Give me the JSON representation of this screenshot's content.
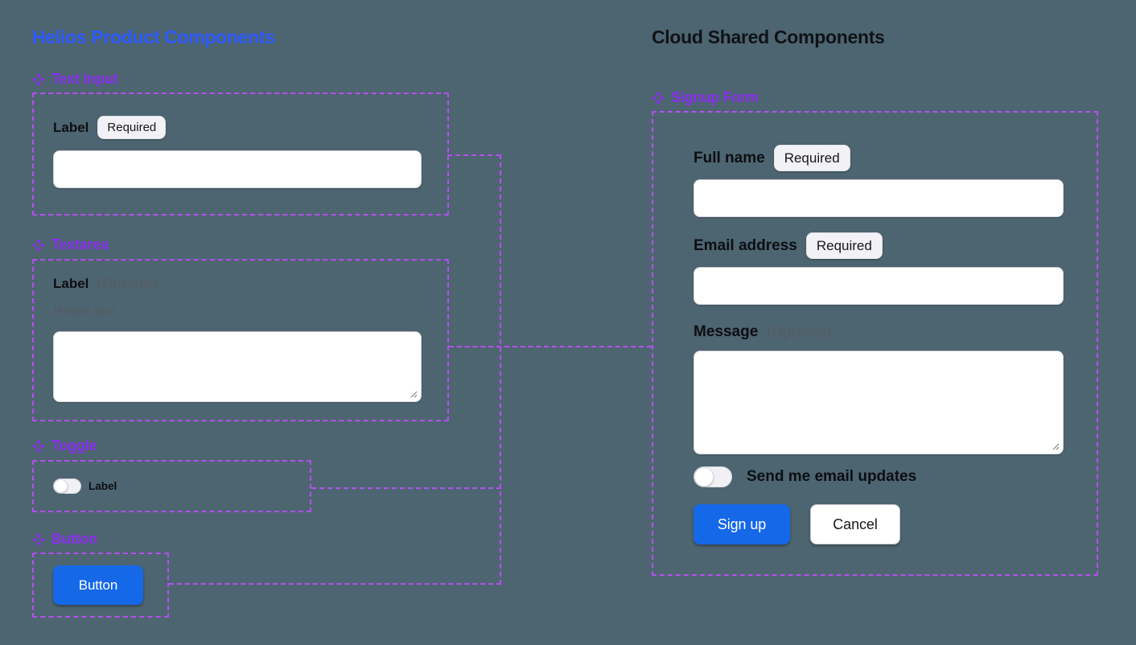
{
  "colors": {
    "canvas_background": "#4D6570",
    "left_title_blue": "#2C58FF",
    "component_purple": "#8B2FF0",
    "dashed_outline_purple": "#B44FF2",
    "primary_button_blue": "#1568E8",
    "dark_text": "#0C0E12",
    "muted_text": "#565B63"
  },
  "left": {
    "title": "Helios Product Components",
    "text_input": {
      "name": "Text Input",
      "label": "Label",
      "badge": "Required"
    },
    "textarea": {
      "name": "Textarea",
      "label": "Label",
      "optional": "(Optional)",
      "helper": "Helper text"
    },
    "toggle": {
      "name": "Toggle",
      "label": "Label",
      "state": "off"
    },
    "button": {
      "name": "Button",
      "label": "Button"
    }
  },
  "right": {
    "title": "Cloud Shared Components",
    "signup": {
      "name": "Signup Form",
      "full_name": {
        "label": "Full name",
        "badge": "Required"
      },
      "email": {
        "label": "Email address",
        "badge": "Required"
      },
      "message": {
        "label": "Message",
        "optional": "(Optional)"
      },
      "updates_toggle": {
        "label": "Send me email updates",
        "state": "off"
      },
      "signup_label": "Sign up",
      "cancel_label": "Cancel"
    }
  }
}
